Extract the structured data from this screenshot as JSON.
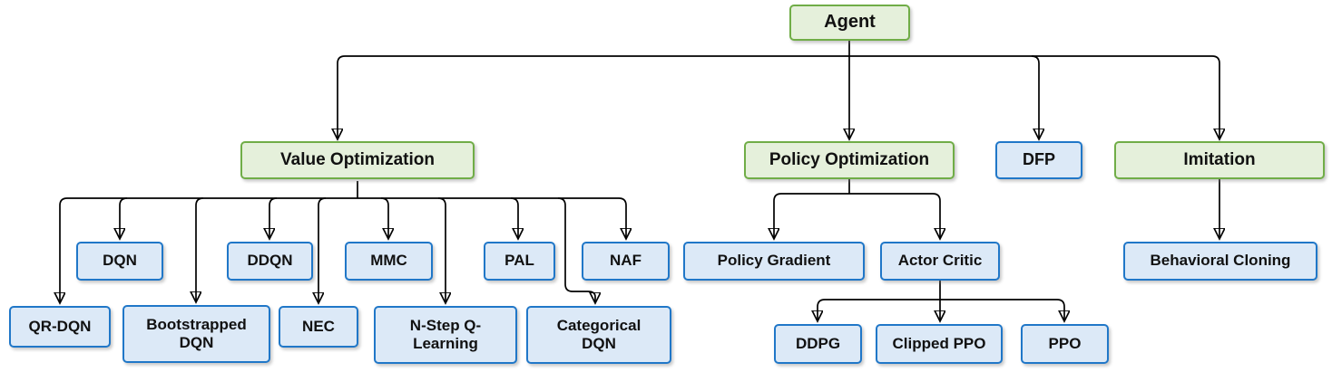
{
  "diagram_type": "tree",
  "colors": {
    "green_border": "#70AD47",
    "green_fill": "#E5F0DB",
    "blue_border": "#2077C8",
    "blue_fill": "#DCE9F7",
    "connector": "#000000"
  },
  "nodes": {
    "agent": {
      "label": "Agent",
      "style": "green"
    },
    "value_optimization": {
      "label": "Value Optimization",
      "style": "green"
    },
    "policy_optimization": {
      "label": "Policy Optimization",
      "style": "green"
    },
    "dfp": {
      "label": "DFP",
      "style": "blue"
    },
    "imitation": {
      "label": "Imitation",
      "style": "green"
    },
    "dqn": {
      "label": "DQN",
      "style": "blue"
    },
    "ddqn": {
      "label": "DDQN",
      "style": "blue"
    },
    "mmc": {
      "label": "MMC",
      "style": "blue"
    },
    "pal": {
      "label": "PAL",
      "style": "blue"
    },
    "naf": {
      "label": "NAF",
      "style": "blue"
    },
    "qr_dqn": {
      "label": "QR-DQN",
      "style": "blue"
    },
    "bootstrapped_dqn": {
      "label": "Bootstrapped DQN",
      "style": "blue"
    },
    "nec": {
      "label": "NEC",
      "style": "blue"
    },
    "n_step_q_learning": {
      "label": "N-Step Q-Learning",
      "style": "blue"
    },
    "categorical_dqn": {
      "label": "Categorical DQN",
      "style": "blue"
    },
    "policy_gradient": {
      "label": "Policy Gradient",
      "style": "blue"
    },
    "actor_critic": {
      "label": "Actor Critic",
      "style": "blue"
    },
    "ddpg": {
      "label": "DDPG",
      "style": "blue"
    },
    "clipped_ppo": {
      "label": "Clipped PPO",
      "style": "blue"
    },
    "ppo": {
      "label": "PPO",
      "style": "blue"
    },
    "behavioral_cloning": {
      "label": "Behavioral Cloning",
      "style": "blue"
    }
  },
  "hierarchy": {
    "agent": [
      "value_optimization",
      "policy_optimization",
      "dfp",
      "imitation"
    ],
    "value_optimization": [
      "qr_dqn",
      "dqn",
      "bootstrapped_dqn",
      "ddqn",
      "nec",
      "mmc",
      "n_step_q_learning",
      "pal",
      "categorical_dqn",
      "naf"
    ],
    "policy_optimization": [
      "policy_gradient",
      "actor_critic"
    ],
    "actor_critic": [
      "ddpg",
      "clipped_ppo",
      "ppo"
    ],
    "imitation": [
      "behavioral_cloning"
    ],
    "dfp": []
  }
}
